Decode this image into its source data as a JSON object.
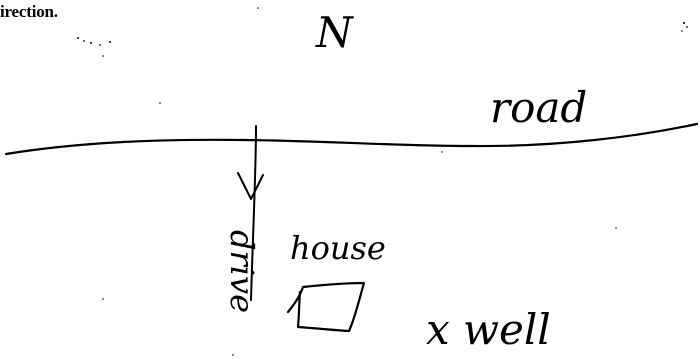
{
  "header_fragment": "irection.",
  "sketch": {
    "north_label": "N",
    "road_label": "road",
    "drive_label": "drive",
    "house_label": "house",
    "well_label": "x well"
  },
  "colors": {
    "ink": "#000000",
    "paper": "#ffffff"
  }
}
